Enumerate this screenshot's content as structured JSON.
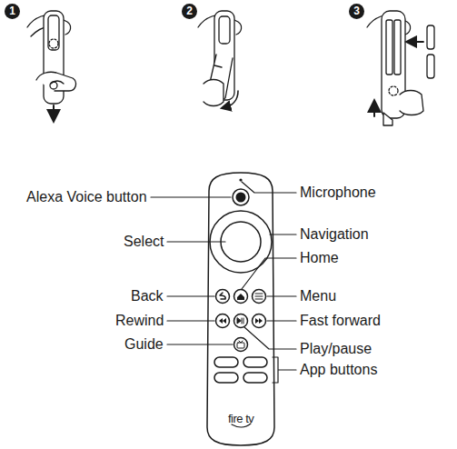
{
  "diagram": {
    "labels": [
      "1",
      "2",
      "3",
      "Alexa Voice button",
      "Microphone",
      "Select",
      "Navigation",
      "Home",
      "Back",
      "Menu",
      "Rewind",
      "Fast forward",
      "Guide",
      "Play/pause",
      "App buttons",
      "fire tv"
    ]
  }
}
